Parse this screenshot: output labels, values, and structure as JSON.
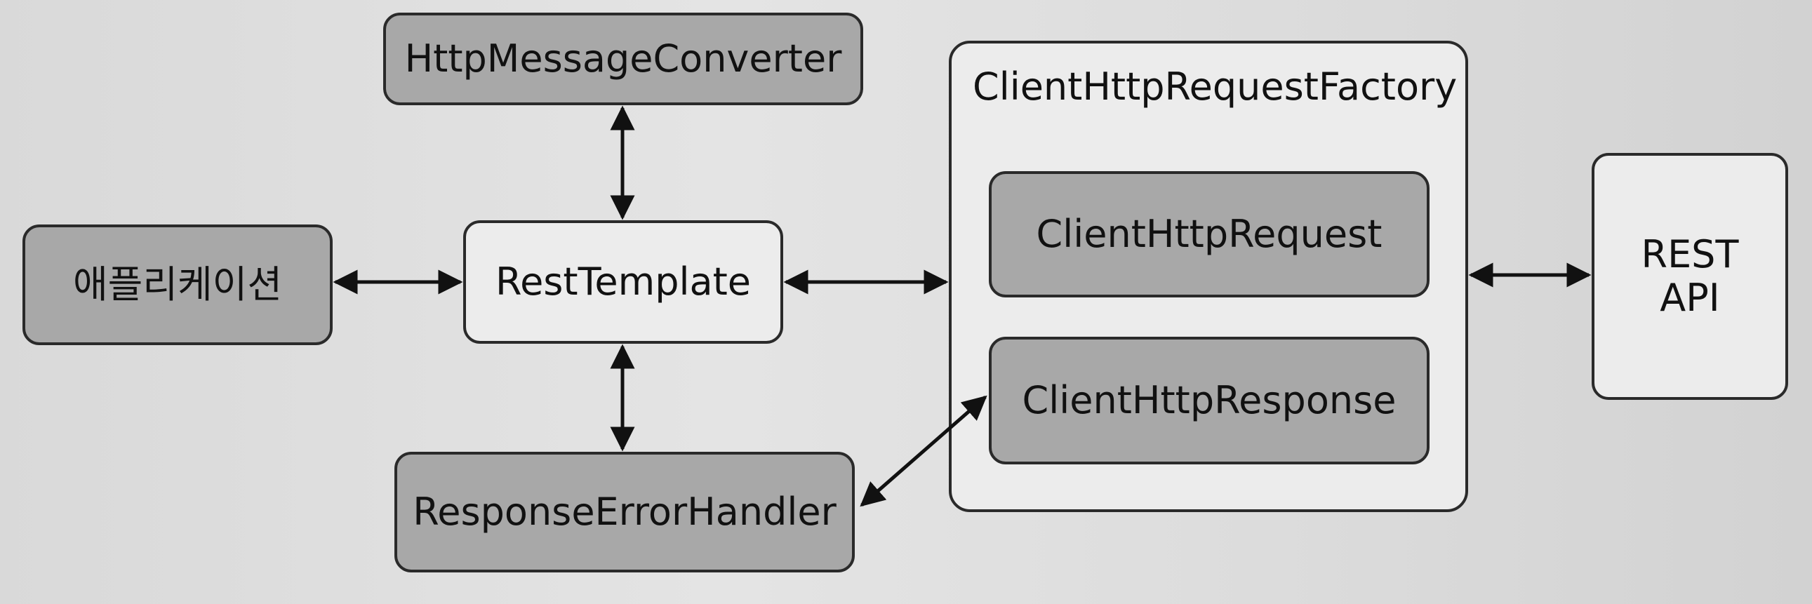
{
  "nodes": {
    "application": "애플리케이션",
    "rest_template": "RestTemplate",
    "http_message_converter": "HttpMessageConverter",
    "response_error_handler": "ResponseErrorHandler",
    "client_http_request_factory": "ClientHttpRequestFactory",
    "client_http_request": "ClientHttpRequest",
    "client_http_response": "ClientHttpResponse",
    "rest_api": [
      "REST",
      "API"
    ]
  },
  "colors": {
    "dark_box": "#a8a8a8",
    "light_box": "#ececec",
    "stroke": "#2a2a2a"
  }
}
